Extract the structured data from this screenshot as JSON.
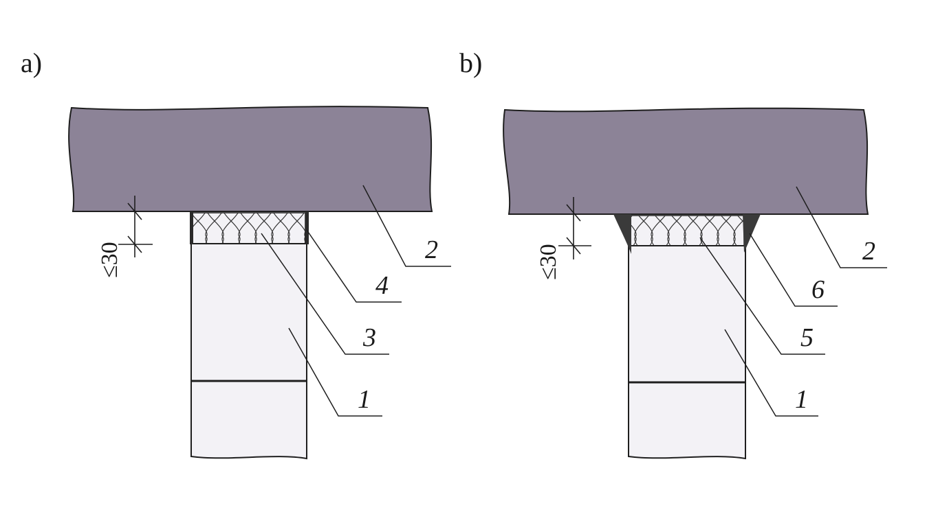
{
  "colors": {
    "slab": "#8c8397",
    "slab_outline": "#1e1e1e",
    "wall": "#f3f2f6",
    "sealant": "#3a3a3a",
    "ink": "#1a1a1a"
  },
  "panels": [
    {
      "label": "a)",
      "dimension": "≤30",
      "callouts": {
        "slab": "2",
        "wall": "1",
        "insulation": "3",
        "edge": "4"
      }
    },
    {
      "label": "b)",
      "dimension": "≤30",
      "callouts": {
        "slab": "2",
        "wall": "1",
        "insulation": "5",
        "edge": "6"
      }
    }
  ]
}
